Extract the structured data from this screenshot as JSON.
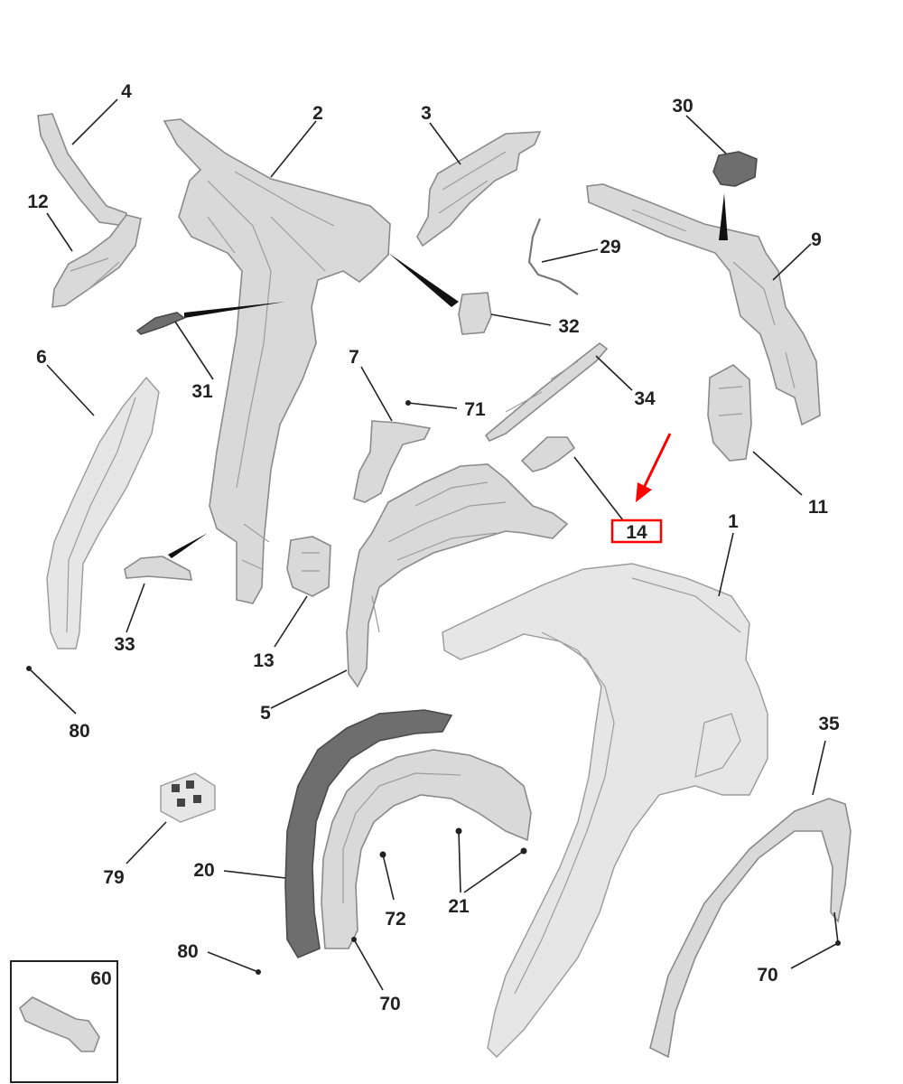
{
  "diagram": {
    "callouts": {
      "p1": "1",
      "p2": "2",
      "p3": "3",
      "p4": "4",
      "p5": "5",
      "p6": "6",
      "p7": "7",
      "p9": "9",
      "p11": "11",
      "p12": "12",
      "p13": "13",
      "p14": "14",
      "p20": "20",
      "p21": "21",
      "p29": "29",
      "p30": "30",
      "p31": "31",
      "p32": "32",
      "p33": "33",
      "p34": "34",
      "p35": "35",
      "p60": "60",
      "p70a": "70",
      "p70b": "70",
      "p71": "71",
      "p72": "72",
      "p79": "79",
      "p80a": "80",
      "p80b": "80"
    },
    "colors": {
      "highlight": "#ff0000",
      "part_fill": "#d9d9d9",
      "part_stroke": "#8a8a8a",
      "liner_fill": "#6e6e6e",
      "text": "#222222"
    }
  }
}
